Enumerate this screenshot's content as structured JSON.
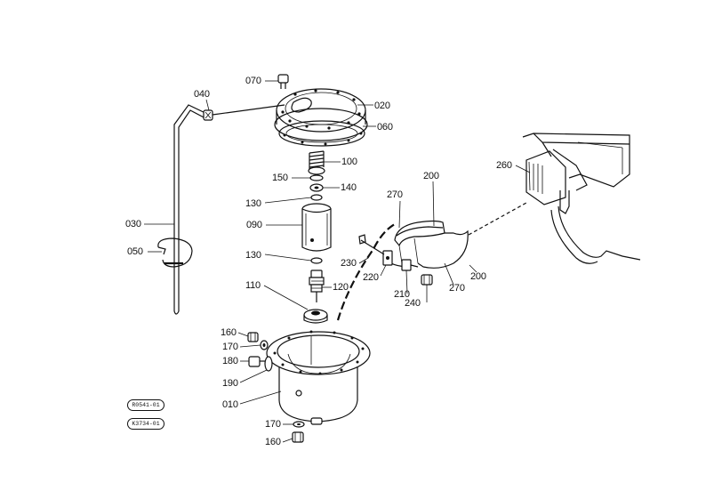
{
  "diagram": {
    "part_labels": {
      "p010": "010",
      "p020": "020",
      "p030": "030",
      "p040": "040",
      "p050": "050",
      "p060": "060",
      "p070": "070",
      "p090": "090",
      "p100": "100",
      "p110": "110",
      "p120": "120",
      "p130a": "130",
      "p130b": "130",
      "p140": "140",
      "p150": "150",
      "p160a": "160",
      "p160b": "160",
      "p170a": "170",
      "p170b": "170",
      "p180": "180",
      "p190": "190",
      "p200a": "200",
      "p200b": "200",
      "p210": "210",
      "p220": "220",
      "p230": "230",
      "p240": "240",
      "p260": "260",
      "p270a": "270",
      "p270b": "270"
    },
    "reference_codes": [
      "R0541-01",
      "K3734-01"
    ]
  }
}
